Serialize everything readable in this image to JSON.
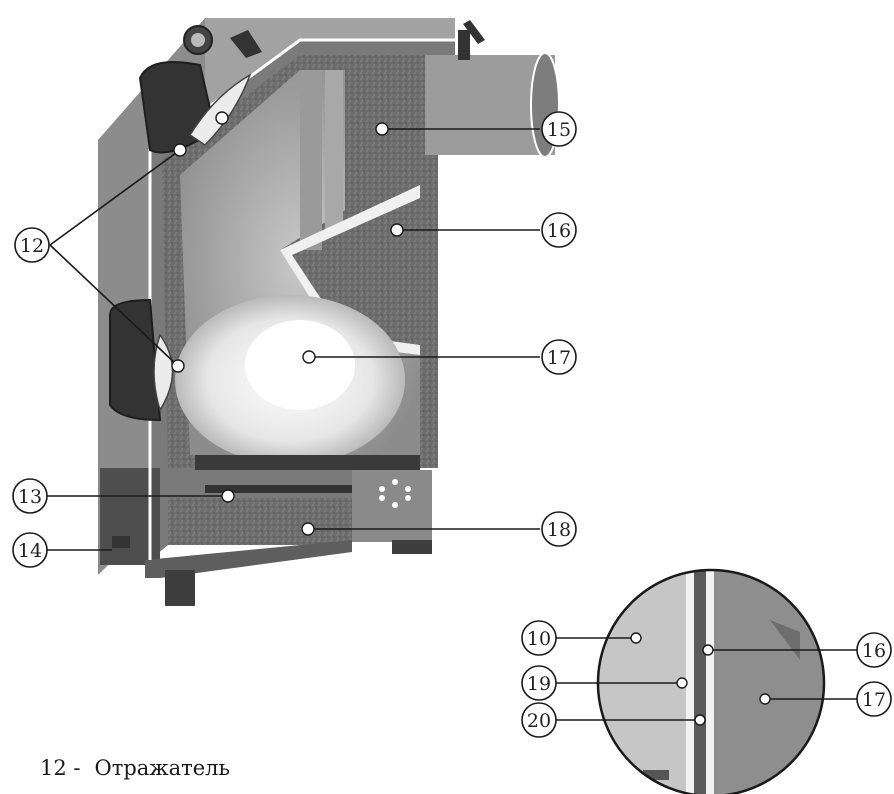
{
  "callouts": {
    "c12": "12",
    "c13": "13",
    "c14": "14",
    "c15": "15",
    "c16": "16",
    "c17": "17",
    "c18": "18"
  },
  "detail_callouts": {
    "c10": "10",
    "c19": "19",
    "c20": "20",
    "c16": "16",
    "c17": "17"
  },
  "legend": {
    "number": "12 -",
    "label": "Отражатель"
  },
  "colors": {
    "steel": "#8a8a8a",
    "steel_dark": "#5e5e5e",
    "steel_light": "#b4b4b4",
    "insulation": "#6f6f6f",
    "inner_white": "#f2f2f2",
    "fire": "#ffffff",
    "line": "#1a1a1a"
  }
}
